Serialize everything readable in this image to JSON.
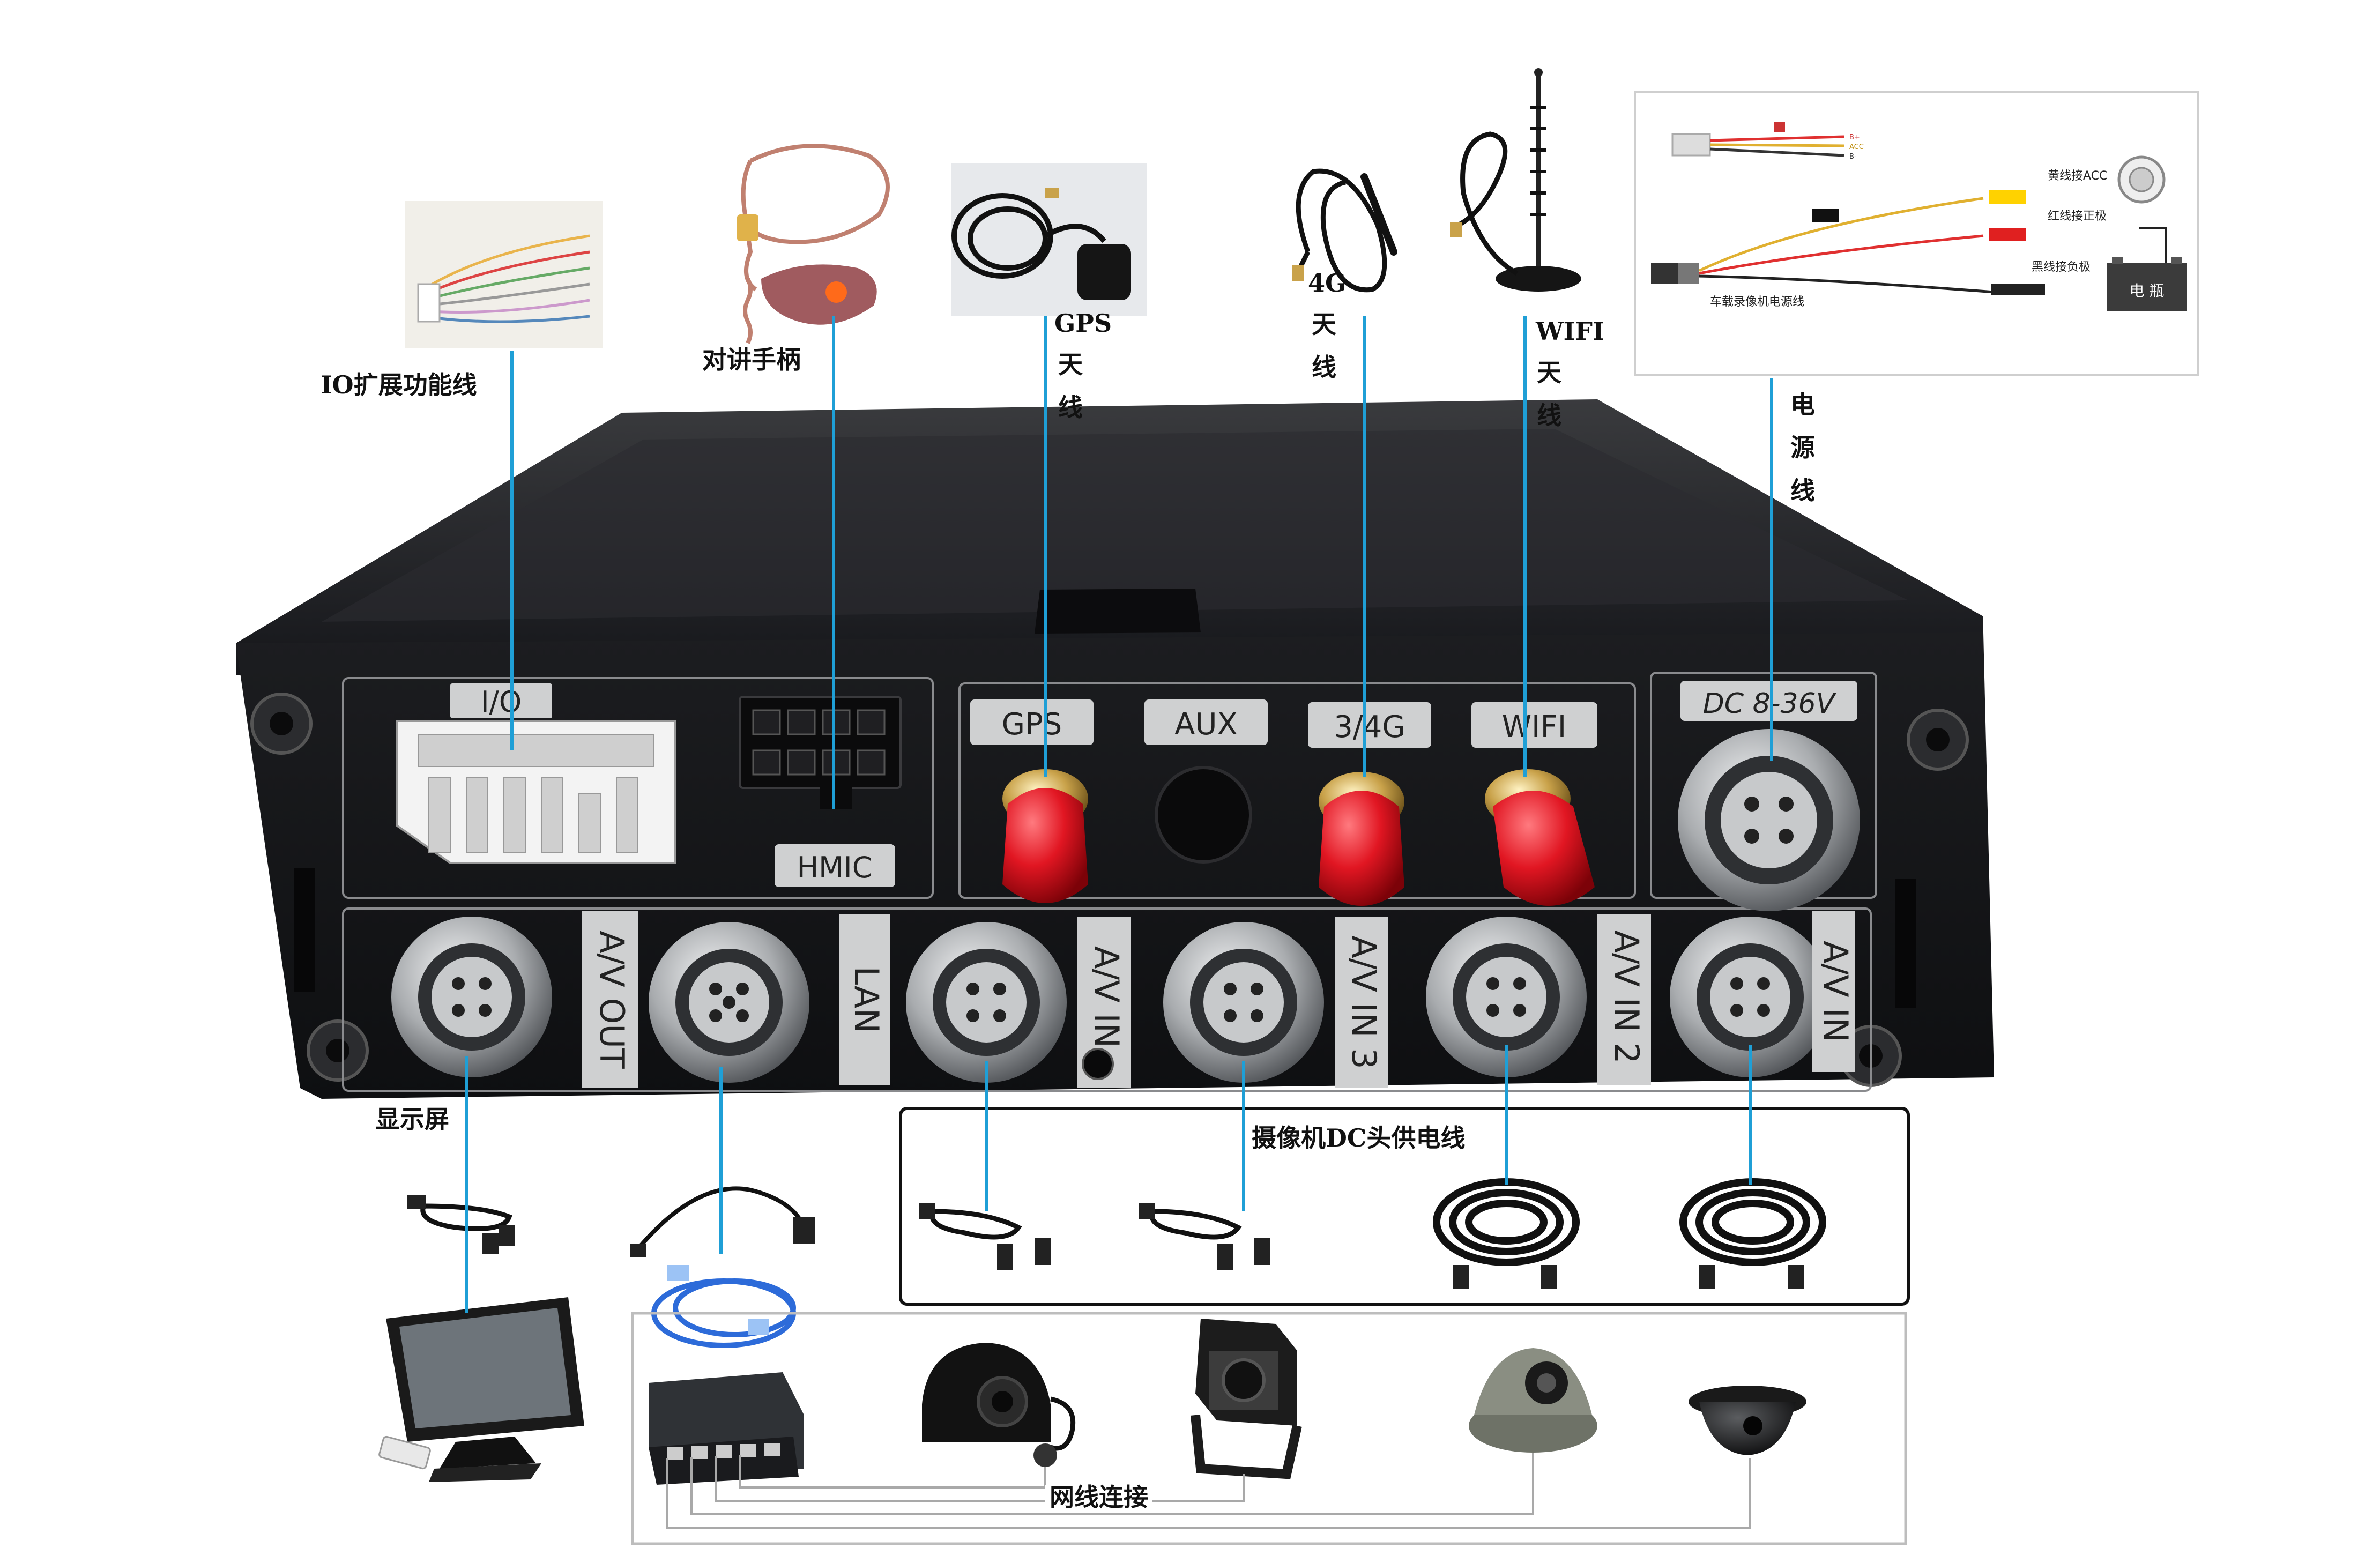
{
  "device_panel": {
    "io": "I/O",
    "hmic": "HMIC",
    "gps": "GPS",
    "aux": "AUX",
    "g34": "3/4G",
    "wifi": "WIFI",
    "dc": "DC 8-36V",
    "av_out": "A/V OUT",
    "lan": "LAN",
    "av_in": "A/V IN",
    "av_in3": "A/V IN 3",
    "av_in2": "A/V IN 2",
    "av_in1": "A/V IN"
  },
  "callouts": {
    "io_cable": "IO扩展功能线",
    "handset": "对讲手柄",
    "gps_antenna": [
      "G",
      "P",
      "S",
      "天",
      "线"
    ],
    "antenna_4g": [
      "4",
      "G",
      "天",
      "线"
    ],
    "wifi_antenna": [
      "W",
      "I",
      "F",
      "I",
      "天",
      "线"
    ],
    "power_cable": [
      "电",
      "源",
      "线"
    ],
    "display": "显示屏",
    "camera_dc": "摄像机DC头供电线",
    "network": "网线连接"
  },
  "power_inset": {
    "yellow": "黄线接ACC",
    "red": "红线接正极",
    "black": "黑线接负极",
    "caption": "车载录像机电源线",
    "battery": "电 瓶",
    "pins": [
      "B+",
      "ACC",
      "B-"
    ]
  },
  "colors": {
    "connector_line": "#1f9fd6",
    "device_body": "#1b1b1d",
    "sma_red": "#d8131e",
    "metal": "#b9bbbd",
    "label_plate": "#cfd0d1"
  }
}
